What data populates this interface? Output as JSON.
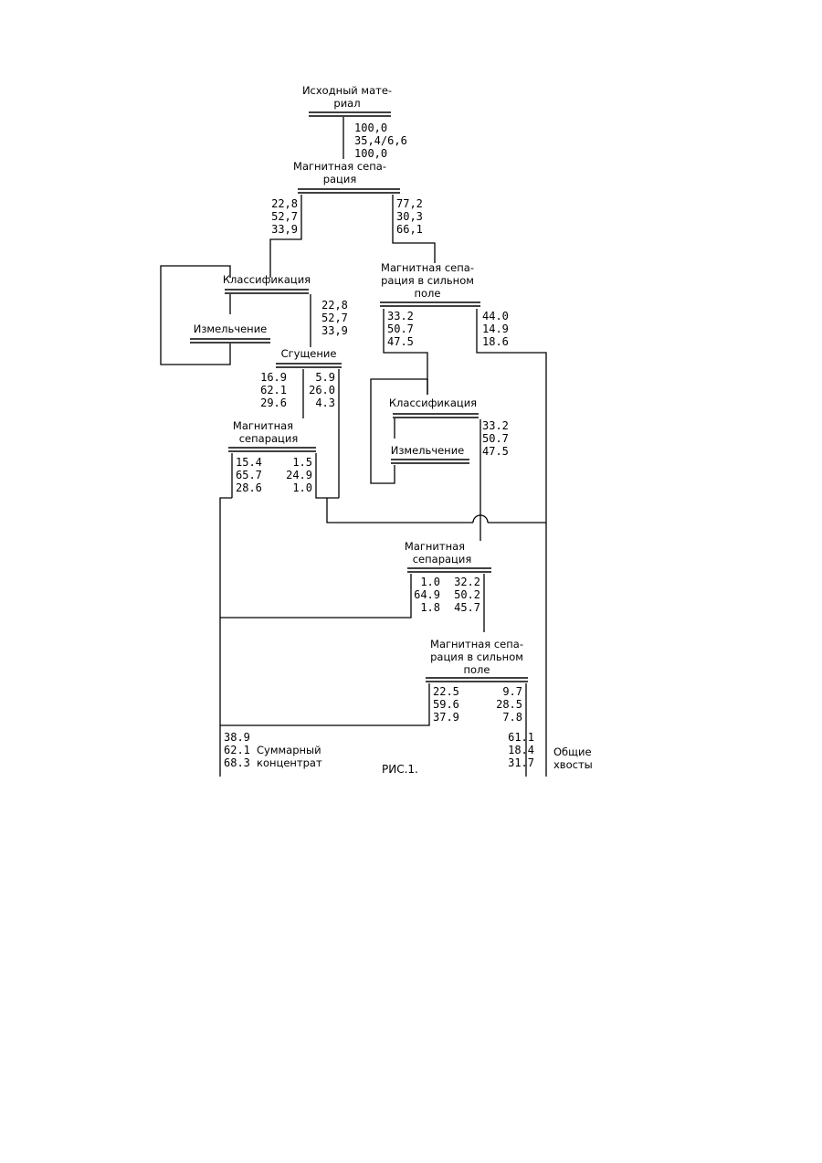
{
  "operations": {
    "source": [
      "Исходный мате-",
      "риал"
    ],
    "mag_sep_1": [
      "Магнитная сепа-",
      "рация"
    ],
    "classification_1": "Классификация",
    "grinding_1": "Измельчение",
    "mag_sep_strong_1": [
      "Магнитная сепа-",
      "рация в сильном",
      "поле"
    ],
    "thickening": "Сгущение",
    "mag_sep_2": [
      "Магнитная",
      "сепарация"
    ],
    "classification_2": "Классификация",
    "grinding_2": "Измельчение",
    "mag_sep_3": [
      "Магнитная",
      "сепарация"
    ],
    "mag_sep_strong_2": [
      "Магнитная сепа-",
      "рация в сильном",
      "поле"
    ]
  },
  "values": {
    "source": [
      "100,0",
      "35,4/6,6",
      "100,0"
    ],
    "sep1_left": [
      "22,8",
      "52,7",
      "33,9"
    ],
    "sep1_right": [
      "77,2",
      "30,3",
      "66,1"
    ],
    "class1_out": [
      "22,8",
      "52,7",
      "33,9"
    ],
    "strong1_left": [
      "33.2",
      "50.7",
      "47.5"
    ],
    "strong1_right": [
      "44.0",
      "14.9",
      "18.6"
    ],
    "thick_left": [
      "16.9",
      "62.1",
      "29.6"
    ],
    "thick_right": [
      "5.9",
      "26.0",
      "4.3"
    ],
    "sep2_left": [
      "15.4",
      "65.7",
      "28.6"
    ],
    "sep2_right": [
      "1.5",
      "24.9",
      "1.0"
    ],
    "class2_out": [
      "33.2",
      "50.7",
      "47.5"
    ],
    "sep3_left": [
      "1.0",
      "64.9",
      "1.8"
    ],
    "sep3_right": [
      "32.2",
      "50.2",
      "45.7"
    ],
    "strong2_left": [
      "22.5",
      "59.6",
      "37.9"
    ],
    "strong2_right": [
      "9.7",
      "28.5",
      "7.8"
    ],
    "concentrate": [
      "38.9",
      "62.1",
      "68.3"
    ],
    "tails": [
      "61.1",
      "18.4",
      "31.7"
    ]
  },
  "products": {
    "concentrate": [
      "Суммарный",
      "концентрат"
    ],
    "tails": [
      "Общие",
      "хвосты"
    ]
  },
  "caption": "РИС.1."
}
